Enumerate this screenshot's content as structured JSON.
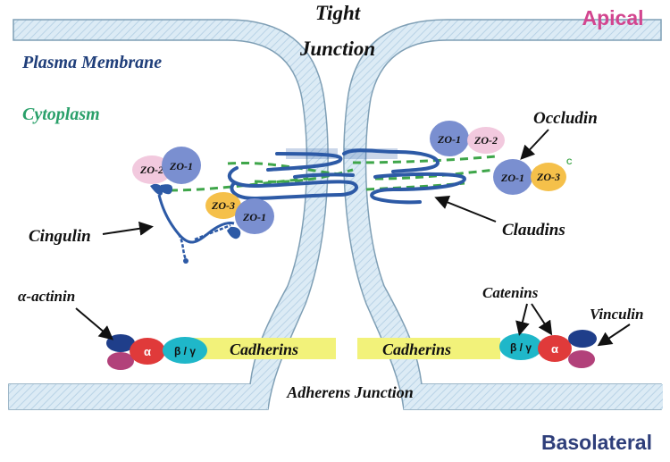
{
  "labels": {
    "tight_junction_line1": "Tight",
    "tight_junction_line2": "Junction",
    "apical": "Apical",
    "basolateral": "Basolateral",
    "plasma_membrane": "Plasma Membrane",
    "cytoplasm": "Cytoplasm",
    "occludin": "Occludin",
    "cingulin": "Cingulin",
    "claudins": "Claudins",
    "catenins": "Catenins",
    "alpha_actinin": "α-actinin",
    "vinculin": "Vinculin",
    "cadherins_left": "Cadherins",
    "cadherins_right": "Cadherins",
    "adherens_junction": "Adherens Junction"
  },
  "proteins": {
    "zo1": "ZO-1",
    "zo2": "ZO-2",
    "zo3": "ZO-3",
    "alpha": "α",
    "beta_gamma": "β / γ",
    "c_mark": "C"
  },
  "colors": {
    "membrane_fill": "#dcebf5",
    "membrane_stroke": "#7f9fb5",
    "claudin_blue": "#2d5aa6",
    "occludin_green": "#3fa64a",
    "zo1": "#7a8fd0",
    "zo2": "#f2c9de",
    "zo3": "#f5c04a",
    "alpha_red": "#e03a3a",
    "beta_teal": "#1fb7c9",
    "actinin_navy": "#1f3e8a",
    "actinin_magenta": "#b2417a",
    "cadherin_yellow": "#f2f27a",
    "apical_pink": "#d2458f",
    "basolateral_navy": "#2e3e7a",
    "plasma_navy": "#1f3e7a",
    "cytoplasm_green": "#2aa06a"
  }
}
